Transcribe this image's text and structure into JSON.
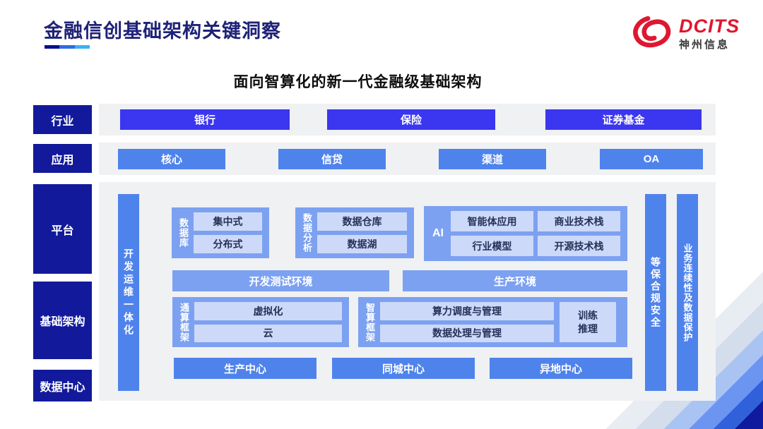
{
  "slide": {
    "title": "金融信创基础架构关键洞察",
    "subtitle": "面向智算化的新一代金融级基础架构"
  },
  "logo": {
    "brand": "DCITS",
    "company": "神州信息",
    "icon": "red-swirl-icon"
  },
  "rows": {
    "industry": {
      "label": "行业",
      "items": [
        "银行",
        "保险",
        "证券基金"
      ]
    },
    "application": {
      "label": "应用",
      "items": [
        "核心",
        "信贷",
        "渠道",
        "OA"
      ]
    },
    "platform_label": "平台",
    "infrastructure_label": "基础架构",
    "datacenter_label": "数据中心"
  },
  "platform": {
    "devops_bar": "开发运维一体化",
    "security_bar": "等保合规安全",
    "continuity_bar": "业务连续性及数据保护",
    "database": {
      "label": "数据库",
      "items": [
        "集中式",
        "分布式"
      ]
    },
    "analytics": {
      "label": "数据分析",
      "items": [
        "数据仓库",
        "数据湖"
      ]
    },
    "ai": {
      "label": "AI",
      "items": [
        "智能体应用",
        "商业技术栈",
        "行业模型",
        "开源技术栈"
      ]
    },
    "environments": [
      "开发测试环境",
      "生产环境"
    ],
    "general_compute": {
      "label": "通算框架",
      "items": [
        "虚拟化",
        "云"
      ]
    },
    "intelligent_compute": {
      "label": "智算框架",
      "items": [
        "算力调度与管理",
        "数据处理与管理"
      ],
      "side_item": [
        "训练",
        "推理"
      ]
    },
    "centers": [
      "生产中心",
      "同城中心",
      "异地中心"
    ]
  },
  "colors": {
    "brand_red": "#df1730",
    "deep_navy": "#121a9b",
    "indigo_box": "#3b36ef",
    "blue_box": "#4f83ec",
    "container_blue": "#7da1f1",
    "chip_blue": "#cdd9f8",
    "title_navy": "#1f2277",
    "panel_gray": "#f0f1f3"
  }
}
